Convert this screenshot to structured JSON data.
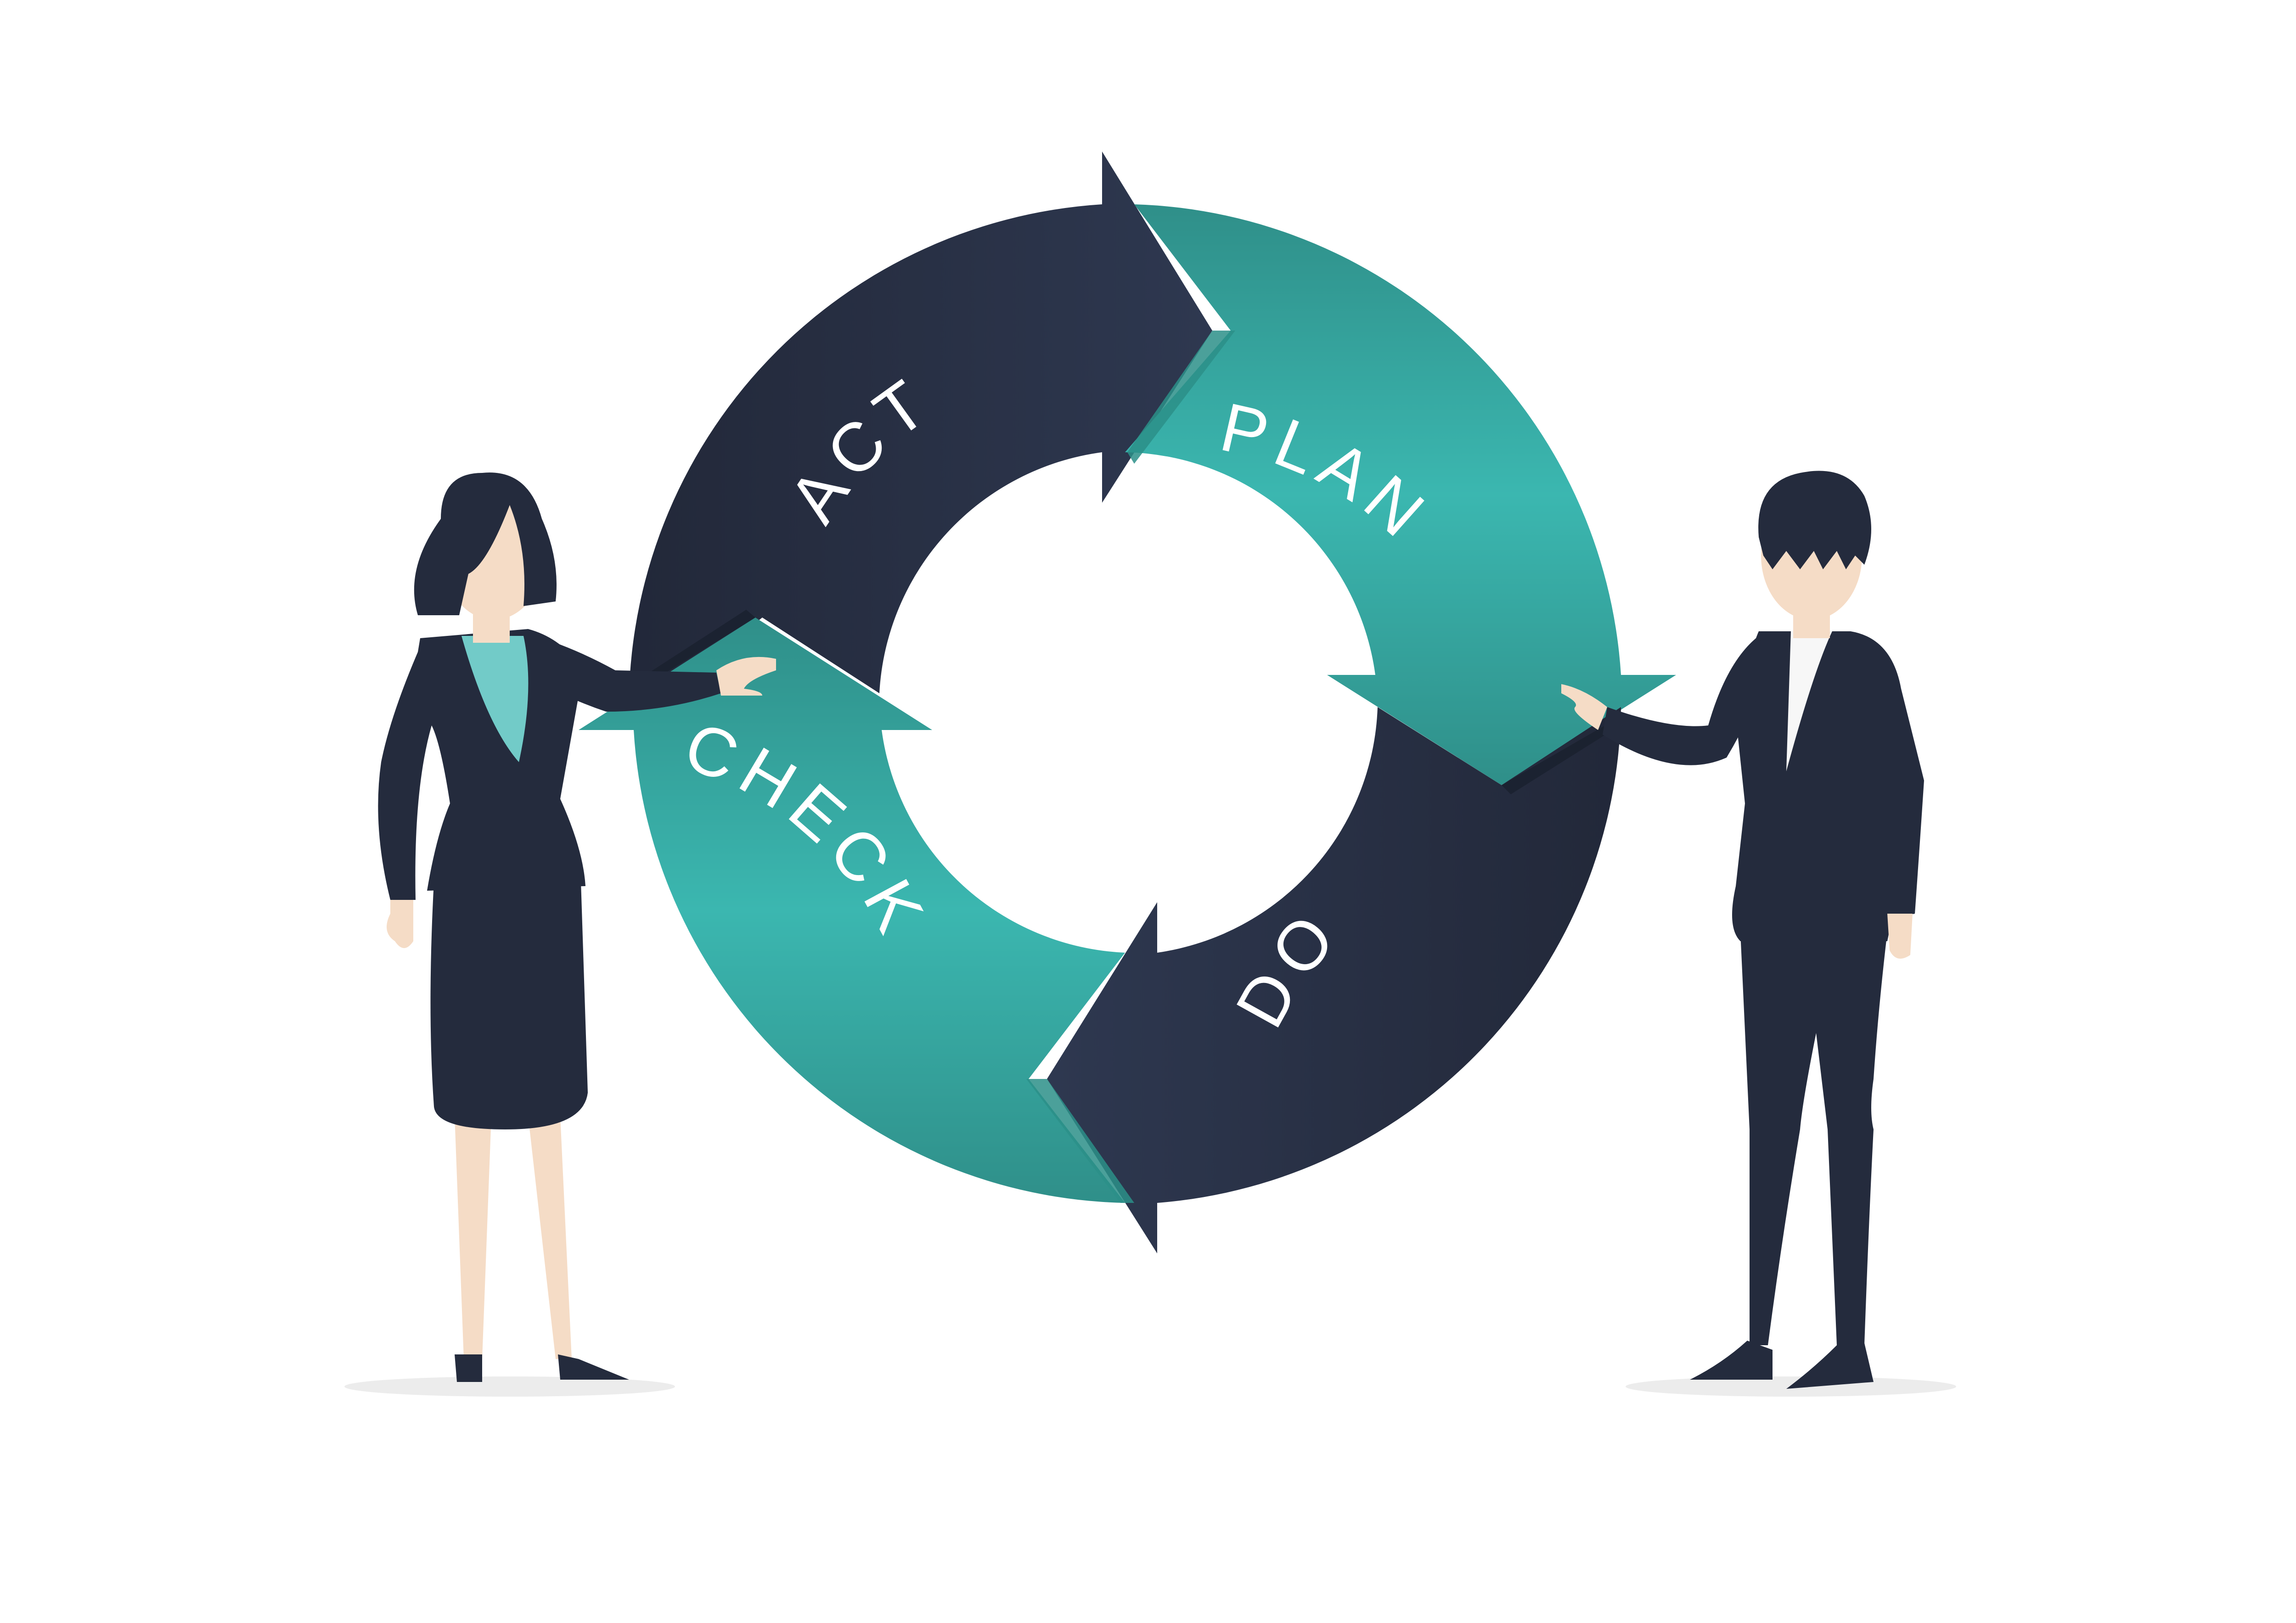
{
  "diagram": {
    "type": "cycle",
    "stages": [
      {
        "id": "plan",
        "label": "PLAN",
        "color": "#32a9a1"
      },
      {
        "id": "do",
        "label": "DO",
        "color": "#242b3d"
      },
      {
        "id": "check",
        "label": "CHECK",
        "color": "#32a9a1"
      },
      {
        "id": "act",
        "label": "ACT",
        "color": "#242b3d"
      }
    ]
  },
  "colors": {
    "teal": "#32a9a1",
    "teal_light": "#3fb8b0",
    "teal_dark": "#2a8f88",
    "navy": "#242b3d",
    "navy_light": "#2e3850",
    "skin": "#f5dcc6",
    "shirt_teal": "#72cbc8",
    "shadow": "#ececec"
  },
  "figures": [
    {
      "id": "woman",
      "description": "businesswoman in navy suit pointing at cycle"
    },
    {
      "id": "man",
      "description": "businessman in navy suit pointing at cycle"
    }
  ]
}
